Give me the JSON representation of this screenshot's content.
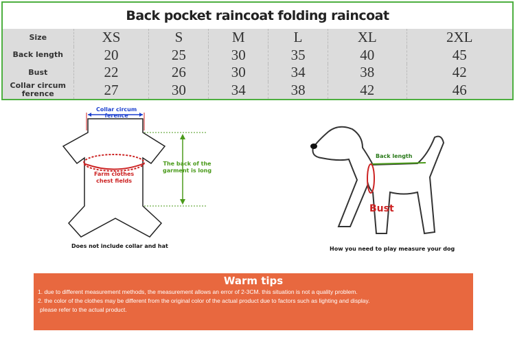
{
  "title": "Back pocket raincoat folding raincoat",
  "table": {
    "headers": [
      "Size",
      "XS",
      "S",
      "M",
      "L",
      "XL",
      "2XL"
    ],
    "rows": [
      {
        "label": "Back length",
        "values": [
          "20",
          "25",
          "30",
          "35",
          "40",
          "45"
        ]
      },
      {
        "label": "Bust",
        "values": [
          "22",
          "26",
          "30",
          "34",
          "38",
          "42"
        ]
      },
      {
        "label": "Collar circum ference",
        "values": [
          "27",
          "30",
          "34",
          "38",
          "42",
          "46"
        ]
      }
    ]
  },
  "garment": {
    "collar_label_1": "Collar circum",
    "collar_label_2": "ference",
    "back_label_1": "The back of the",
    "back_label_2": "garment is long",
    "chest_label_1": "Farm clothes",
    "chest_label_2": "chest fields",
    "caption": "Does not include collar and hat"
  },
  "dog": {
    "back_label": "Back length",
    "bust_label": "Bust",
    "caption": "How you need to play measure your dog"
  },
  "tips": {
    "title": "Warm tips",
    "lines": [
      "1. due to different measurement methods, the measurement allows an error of 2-3CM. this situation is not a quality problem.",
      "2. the color of the clothes may be different from the original color of the actual product due to factors such as lighting and display.",
      "please refer to the actual product."
    ]
  },
  "colors": {
    "border": "#4caf3f",
    "tips_bg": "#e8683f",
    "red": "#cc2222",
    "blue": "#1a3fcf",
    "green": "#4a9a1a"
  }
}
